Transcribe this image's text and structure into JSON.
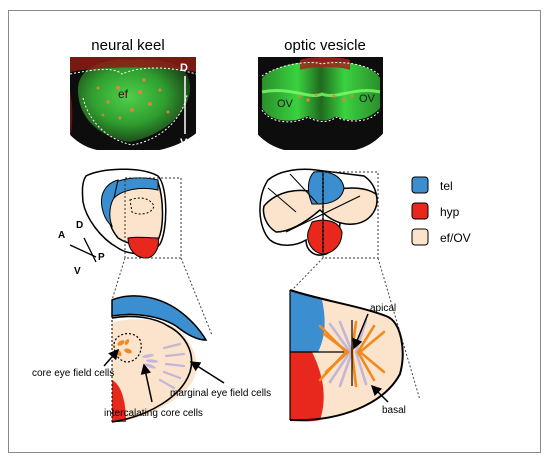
{
  "panels": {
    "left_title": "neural keel",
    "right_title": "optic vesicle"
  },
  "micrograph_labels": {
    "left_region": "ef",
    "right_region_left": "OV",
    "right_region_right": "OV",
    "axis_dorsal": "D",
    "axis_ventral": "V"
  },
  "compass": {
    "dorsal": "D",
    "ventral": "V",
    "anterior": "A",
    "posterior": "P"
  },
  "legend": [
    {
      "label": "tel",
      "color": "#3b8ed0"
    },
    {
      "label": "hyp",
      "color": "#e8281c"
    },
    {
      "label": "ef/OV",
      "color": "#fbe3cc"
    }
  ],
  "annotations": {
    "core_eye_field_cells": "core eye field cells",
    "intercalating_core_cells": "intercalating core cells",
    "marginal_eye_field_cells": "marginal eye field cells",
    "apical": "apical",
    "basal": "basal"
  },
  "colors": {
    "tel": "#3b8ed0",
    "hyp": "#e8281c",
    "ef_ov": "#fbe3cc",
    "core_cells": "#f08a1e",
    "marginal_cells": "#c2b6d9",
    "fluorescence_green": "#35c23a",
    "fluorescence_red": "#c0261c"
  }
}
